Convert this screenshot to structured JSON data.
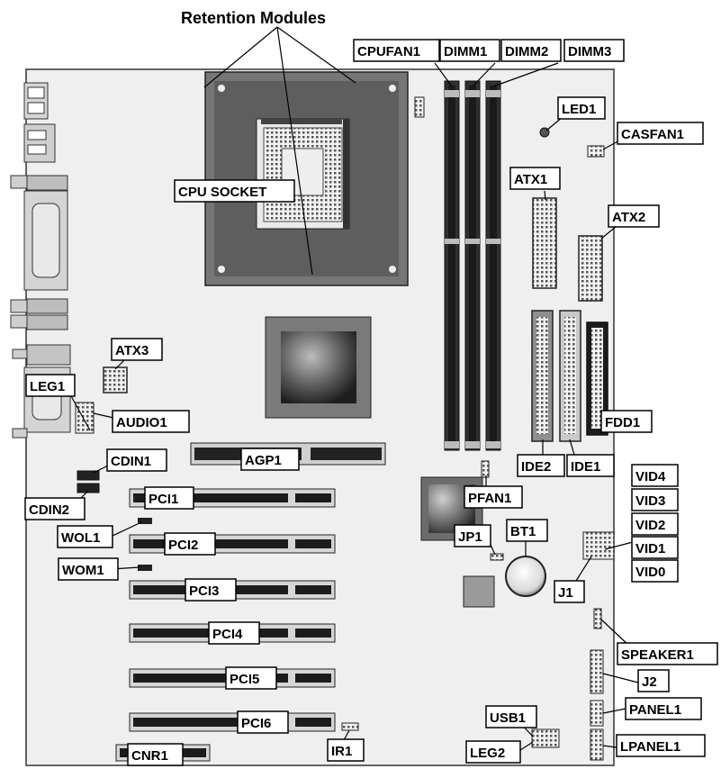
{
  "title": "Retention Modules",
  "labels": {
    "cpu_socket": "CPU SOCKET",
    "cpufan1": "CPUFAN1",
    "dimm1": "DIMM1",
    "dimm2": "DIMM2",
    "dimm3": "DIMM3",
    "led1": "LED1",
    "casfan1": "CASFAN1",
    "atx1": "ATX1",
    "atx2": "ATX2",
    "atx3": "ATX3",
    "leg1": "LEG1",
    "audio1": "AUDIO1",
    "cdin1": "CDIN1",
    "cdin2": "CDIN2",
    "agp1": "AGP1",
    "pci1": "PCI1",
    "pci2": "PCI2",
    "pci3": "PCI3",
    "pci4": "PCI4",
    "pci5": "PCI5",
    "pci6": "PCI6",
    "wol1": "WOL1",
    "wom1": "WOM1",
    "ide2": "IDE2",
    "ide1": "IDE1",
    "fdd1": "FDD1",
    "pfan1": "PFAN1",
    "jp1": "JP1",
    "bt1": "BT1",
    "j1": "J1",
    "vid4": "VID4",
    "vid3": "VID3",
    "vid2": "VID2",
    "vid1": "VID1",
    "vid0": "VID0",
    "speaker1": "SPEAKER1",
    "j2": "J2",
    "panel1": "PANEL1",
    "usb1": "USB1",
    "leg2": "LEG2",
    "lpanel1": "LPANEL1",
    "cnr1": "CNR1",
    "ir1": "IR1"
  }
}
